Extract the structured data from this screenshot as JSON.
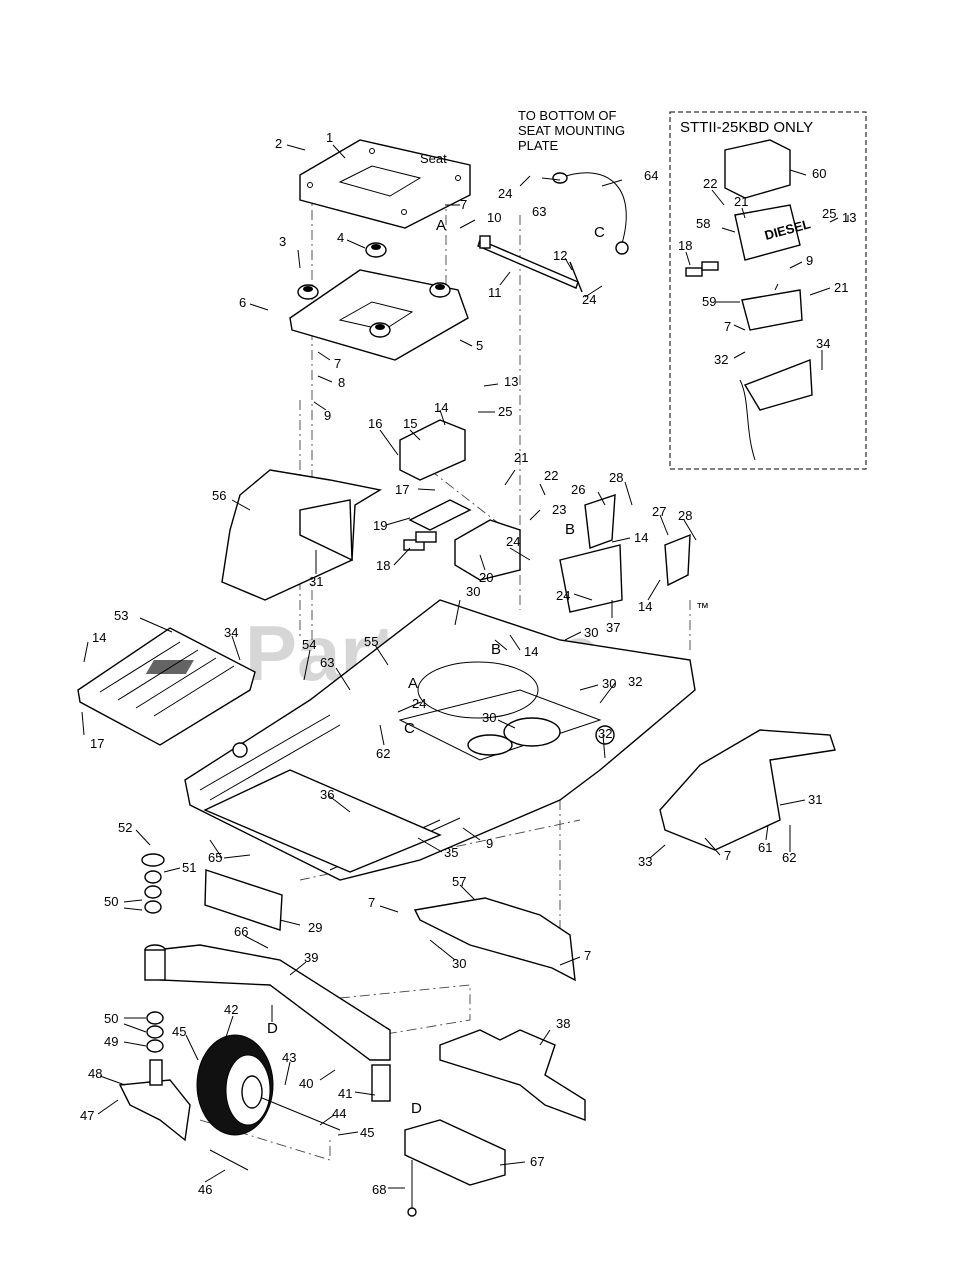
{
  "callouts": {
    "c1": "1",
    "c2": "2",
    "c3": "3",
    "c4": "4",
    "c5": "5",
    "c6": "6",
    "c7a": "7",
    "c7b": "7",
    "c7c": "7",
    "c7d": "7",
    "c7e": "7",
    "c7f": "7",
    "c8": "8",
    "c9a": "9",
    "c9b": "9",
    "c9c": "9",
    "c10": "10",
    "c11": "11",
    "c12": "12",
    "c13a": "13",
    "c13b": "13",
    "c14a": "14",
    "c14b": "14",
    "c14c": "14",
    "c14d": "14",
    "c14e": "14",
    "c15": "15",
    "c16": "16",
    "c17a": "17",
    "c17b": "17",
    "c18a": "18",
    "c18b": "18",
    "c19": "19",
    "c20": "20",
    "c21a": "21",
    "c21b": "21",
    "c21c": "21",
    "c22a": "22",
    "c22b": "22",
    "c23": "23",
    "c24a": "24",
    "c24b": "24",
    "c24c": "24",
    "c24d": "24",
    "c24e": "24",
    "c25a": "25",
    "c25b": "25",
    "c26": "26",
    "c27": "27",
    "c28a": "28",
    "c28b": "28",
    "c29": "29",
    "c30a": "30",
    "c30b": "30",
    "c30c": "30",
    "c30d": "30",
    "c30e": "30",
    "c31a": "31",
    "c31b": "31",
    "c32a": "32",
    "c32b": "32",
    "c32c": "32",
    "c33": "33",
    "c34a": "34",
    "c34b": "34",
    "c35": "35",
    "c36": "36",
    "c37": "37",
    "c38": "38",
    "c39": "39",
    "c40": "40",
    "c41": "41",
    "c42": "42",
    "c43": "43",
    "c44": "44",
    "c45a": "45",
    "c45b": "45",
    "c46": "46",
    "c47": "47",
    "c48": "48",
    "c49": "49",
    "c50a": "50",
    "c50b": "50",
    "c51": "51",
    "c52": "52",
    "c53": "53",
    "c54": "54",
    "c55": "55",
    "c56": "56",
    "c57": "57",
    "c58": "58",
    "c59": "59",
    "c60": "60",
    "c61": "61",
    "c62a": "62",
    "c62b": "62",
    "c63a": "63",
    "c63b": "63",
    "c64": "64",
    "c65": "65",
    "c66": "66",
    "c67": "67",
    "c68": "68"
  },
  "reference_letters": {
    "A1": "A",
    "A2": "A",
    "B1": "B",
    "B2": "B",
    "C1": "C",
    "C2": "C",
    "D1": "D",
    "D2": "D"
  },
  "labels": {
    "seat": "Seat",
    "seat_note_line1": "TO BOTTOM OF",
    "seat_note_line2": "SEAT MOUNTING",
    "seat_note_line3": "PLATE",
    "inset_title": "STTII-25KBD ONLY",
    "diesel_badge": "DIESEL"
  },
  "watermark": {
    "text": "PartsTree",
    "tm": "™",
    "color": "#d6d6d6"
  }
}
